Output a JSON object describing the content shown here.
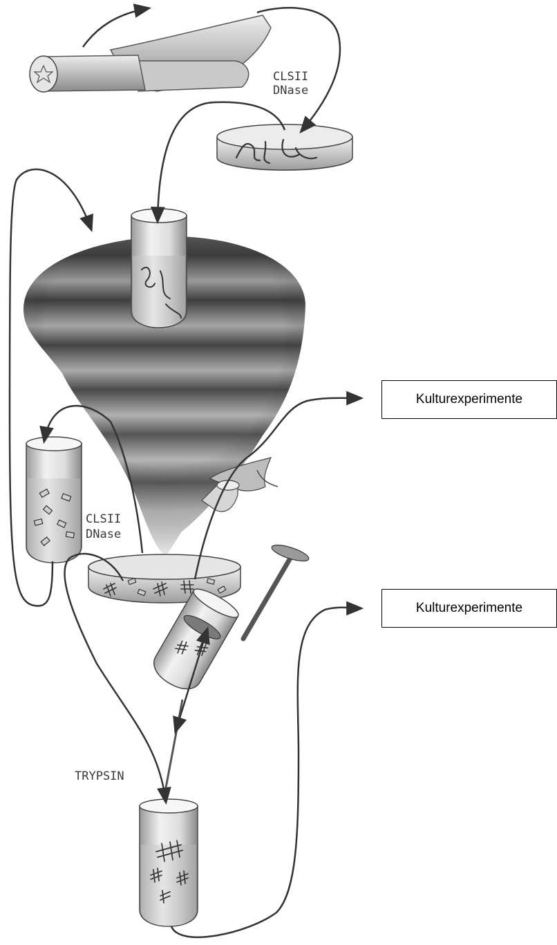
{
  "labels": {
    "enzyme_top_line1": "CLSII",
    "enzyme_top_line2": "DNase",
    "enzyme_mid_line1": "CLSII",
    "enzyme_mid_line2": "DNase",
    "trypsin": "TRYPSIN"
  },
  "outputs": {
    "culture_1": "Kulturexperimente",
    "culture_2": "Kulturexperimente"
  },
  "colors": {
    "arrow": "#3a3a3a",
    "ink": "#2b2b2b",
    "vortex_dark": "#3c3c3c",
    "vortex_light": "#d8d8d8"
  }
}
